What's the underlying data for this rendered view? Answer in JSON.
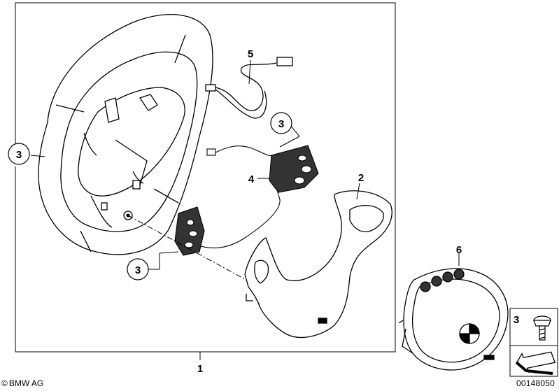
{
  "callouts": {
    "frame_part": "1",
    "trim_cover": "2",
    "wheel": "3",
    "switch_right": "3",
    "switch_left": "3",
    "cable_harness": "4",
    "wiring_loom": "5",
    "airbag": "6",
    "screw": "3"
  },
  "footer": {
    "copyright_symbol": "©",
    "copyright": "BMW AG",
    "reference": "00148050"
  }
}
